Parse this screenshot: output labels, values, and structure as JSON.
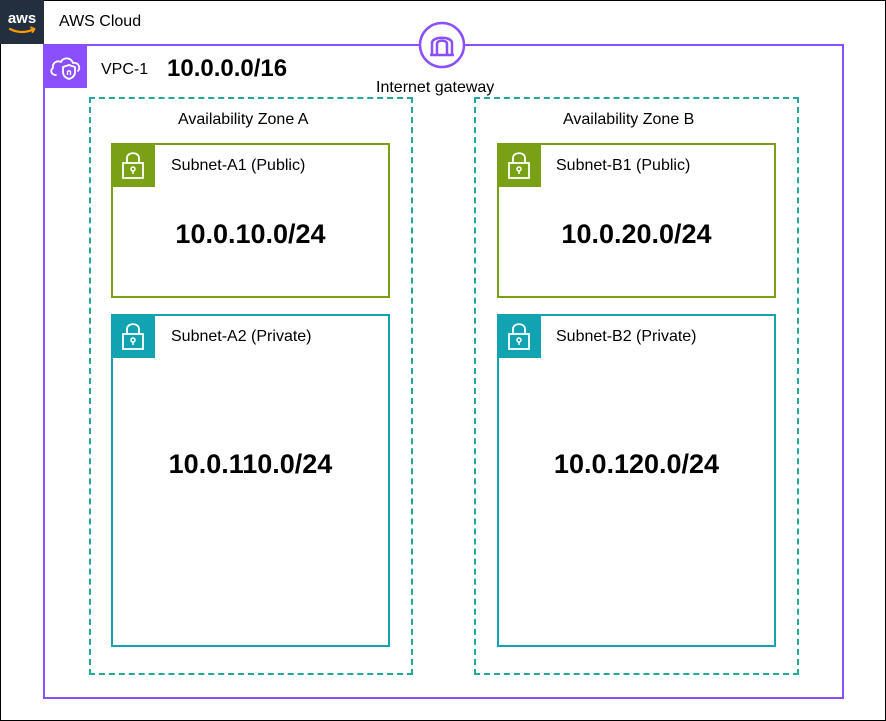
{
  "cloud": {
    "logo_text": "aws",
    "title": "AWS Cloud",
    "logo_icon": "aws-logo-icon"
  },
  "vpc": {
    "label": "VPC-1",
    "cidr": "10.0.0.0/16",
    "icon": "vpc-cloud-shield-icon",
    "color": "#8c4fff"
  },
  "internet_gateway": {
    "label": "Internet gateway",
    "icon": "internet-gateway-icon",
    "color": "#8c4fff"
  },
  "availability_zones": [
    {
      "label": "Availability Zone A",
      "color": "#1fa89b",
      "subnets": [
        {
          "name": "Subnet-A1 (Public)",
          "cidr": "10.0.10.0/24",
          "type": "public",
          "icon": "lock-icon",
          "color": "#7aa116"
        },
        {
          "name": "Subnet-A2 (Private)",
          "cidr": "10.0.110.0/24",
          "type": "private",
          "icon": "lock-icon",
          "color": "#12a3b3"
        }
      ]
    },
    {
      "label": "Availability Zone B",
      "color": "#1fa89b",
      "subnets": [
        {
          "name": "Subnet-B1 (Public)",
          "cidr": "10.0.20.0/24",
          "type": "public",
          "icon": "lock-icon",
          "color": "#7aa116"
        },
        {
          "name": "Subnet-B2 (Private)",
          "cidr": "10.0.120.0/24",
          "type": "private",
          "icon": "lock-icon",
          "color": "#12a3b3"
        }
      ]
    }
  ]
}
